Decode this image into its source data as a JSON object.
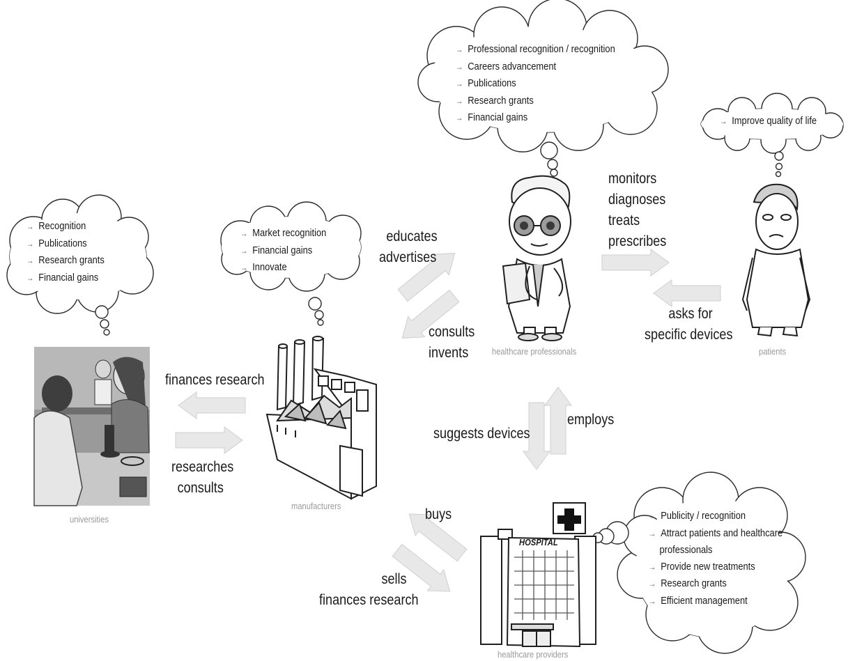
{
  "actors": {
    "universities": "universities",
    "manufacturers": "manufacturers",
    "healthcare_professionals": "healthcare professionals",
    "patients": "patients",
    "healthcare_providers": "healthcare providers"
  },
  "motivations": {
    "universities": [
      "Recognition",
      "Publications",
      "Research grants",
      "Financial gains"
    ],
    "manufacturers": [
      "Market recognition",
      "Financial gains",
      "Innovate"
    ],
    "healthcare_professionals": [
      "Professional recognition / recognition",
      "Careers advancement",
      "Publications",
      "Research grants",
      "Financial gains"
    ],
    "patients": [
      "Improve quality of life"
    ],
    "healthcare_providers": [
      "Publicity / recognition",
      "Attract patients and healthcare",
      "professionals",
      "Provide new treatments",
      "Research grants",
      "Efficient management"
    ]
  },
  "relations": {
    "manufacturers_to_universities": "finances research",
    "universities_to_manufacturers": [
      "researches",
      "consults"
    ],
    "manufacturers_to_professionals": [
      "educates",
      "advertises"
    ],
    "professionals_to_manufacturers": [
      "consults",
      "invents"
    ],
    "professionals_to_patients": [
      "monitors",
      "diagnoses",
      "treats",
      "prescribes"
    ],
    "patients_to_professionals": [
      "asks for",
      "specific devices"
    ],
    "providers_to_professionals": "employs",
    "professionals_to_providers": "suggests devices",
    "providers_to_manufacturers": "buys",
    "manufacturers_to_providers": [
      "sells",
      "finances research"
    ]
  },
  "signage": {
    "hospital": "HOSPITAL"
  },
  "colors": {
    "arrow_fill": "#e8e8e8",
    "arrow_stroke": "#cfcfcf",
    "caption": "#9a9a9a",
    "text": "#1a1a1a"
  }
}
